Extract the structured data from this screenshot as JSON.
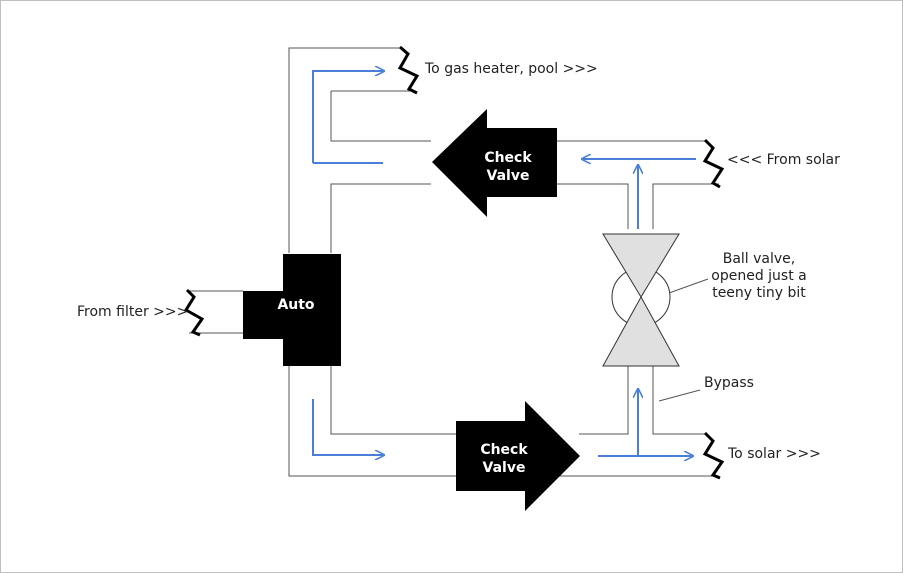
{
  "labels": {
    "to_gas_heater": "To gas heater, pool >>>",
    "from_solar": "<<< From solar",
    "from_filter": "From filter >>>",
    "to_solar": "To solar >>>",
    "bypass": "Bypass",
    "ball_valve_line1": "Ball valve,",
    "ball_valve_line2": "opened just a",
    "ball_valve_line3": "teeny tiny bit"
  },
  "components": {
    "auto_valve": "Auto",
    "check_valve_top_line1": "Check",
    "check_valve_top_line2": "Valve",
    "check_valve_bottom_line1": "Check",
    "check_valve_bottom_line2": "Valve"
  },
  "colors": {
    "pipe": "#555555",
    "flow_arrow": "#4a7fd9",
    "component_fill": "#000000",
    "ball_valve_fill": "#e0e0e0"
  }
}
